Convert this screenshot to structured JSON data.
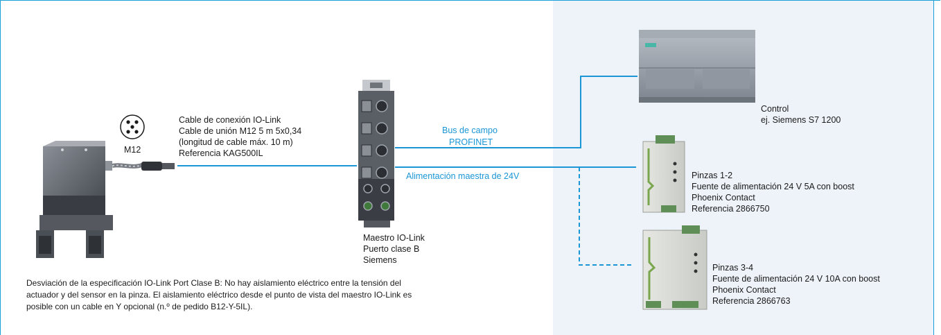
{
  "connector": {
    "label": "M12"
  },
  "cable": {
    "lines": [
      "Cable de conexión IO-Link",
      "Cable de unión M12 5 m 5x0,34",
      "(longitud de cable máx. 10 m)",
      "Referencia KAG500IL"
    ]
  },
  "master": {
    "lines": [
      "Maestro IO-Link",
      "Puerto clase B",
      "Siemens"
    ]
  },
  "fieldbus": {
    "line1": "Bus de campo",
    "line2": "PROFINET"
  },
  "master_power": {
    "label": "Alimentación maestra de 24V"
  },
  "control": {
    "lines": [
      "Control",
      "ej. Siemens S7 1200"
    ]
  },
  "psu1": {
    "lines": [
      "Pinzas 1-2",
      "Fuente de alimentación 24 V 5A con boost",
      "Phoenix Contact",
      "Referencia 2866750"
    ]
  },
  "psu2": {
    "lines": [
      "Pinzas 3-4",
      "Fuente de alimentación 24 V 10A con boost",
      "Phoenix Contact",
      "Referencia 2866763"
    ]
  },
  "note": {
    "lines": [
      "Desviación de la especificación IO-Link Port Clase B: No hay aislamiento eléctrico entre la tensión del",
      "actuador y del sensor en la pinza. El aislamiento eléctrico desde el punto de vista del maestro IO-Link es",
      "posible con un cable en Y opcional (n.º de pedido B12-Y-5IL)."
    ]
  },
  "colors": {
    "accent": "#1a96d6",
    "panel": "#eef3f9",
    "device": "#6b7079"
  }
}
